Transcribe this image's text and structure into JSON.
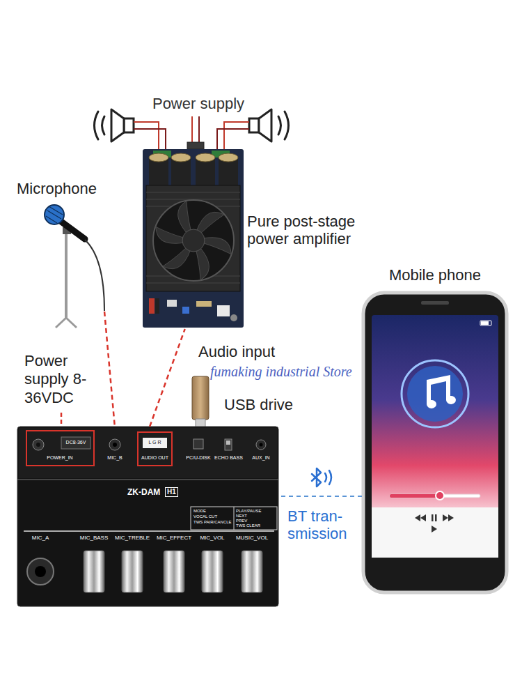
{
  "diagram": {
    "nodes": [
      {
        "text": [
          "Pure post-stage power amplifier"
        ]
      },
      {
        "text": [
          "Microphone"
        ]
      },
      {
        "text": [
          "Mobile phone"
        ]
      },
      {
        "text": [
          "ZK-DAM",
          "H1"
        ]
      }
    ],
    "edges": [
      {
        "from": 1,
        "to": 3,
        "arrow": "none"
      },
      {
        "from": 3,
        "to": 0,
        "label": "Audio input",
        "arrow": "none"
      },
      {
        "from": 2,
        "to": 3,
        "label": "BT tran- smission",
        "arrow": "none"
      }
    ],
    "labels": [
      "Power supply",
      "Power supply 8-36VDC",
      "fumaking industrial Store",
      "USB drive",
      "DC8-36V",
      "L G R",
      "POWER_IN",
      "MIC_B",
      "AUDIO OUT",
      "PC/U-DISK",
      "ECHO BASS",
      "AUX_IN",
      "MODE",
      "VOCAL CUT",
      "TWS PAIR/CANCLE",
      "PLAY/PAUSE",
      "NEXT",
      "PREV",
      "TWS CLEAR",
      "MIC_A",
      "MIC_BASS",
      "MIC_TREBLE",
      "MIC_EFFECT",
      "MIC_VOL",
      "MUSIC_VOL"
    ]
  }
}
